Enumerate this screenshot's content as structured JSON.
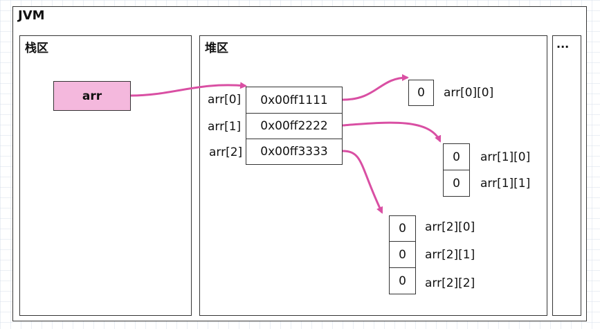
{
  "jvm": {
    "title": "JVM"
  },
  "stack": {
    "title": "栈区",
    "var": {
      "label": "arr",
      "fill": "#f4b8dd"
    }
  },
  "heap": {
    "title": "堆区",
    "main_array": {
      "rows": [
        {
          "index": "arr[0]",
          "address": "0x00ff1111"
        },
        {
          "index": "arr[1]",
          "address": "0x00ff2222"
        },
        {
          "index": "arr[2]",
          "address": "0x00ff3333"
        }
      ]
    },
    "sub_arrays": [
      {
        "cells": [
          {
            "value": "0",
            "label": "arr[0][0]"
          }
        ]
      },
      {
        "cells": [
          {
            "value": "0",
            "label": "arr[1][0]"
          },
          {
            "value": "0",
            "label": "arr[1][1]"
          }
        ]
      },
      {
        "cells": [
          {
            "value": "0",
            "label": "arr[2][0]"
          },
          {
            "value": "0",
            "label": "arr[2][1]"
          },
          {
            "value": "0",
            "label": "arr[2][2]"
          }
        ]
      }
    ]
  },
  "more": {
    "label": "..."
  },
  "colors": {
    "arrow": "#d94fa3",
    "border": "#333333"
  }
}
